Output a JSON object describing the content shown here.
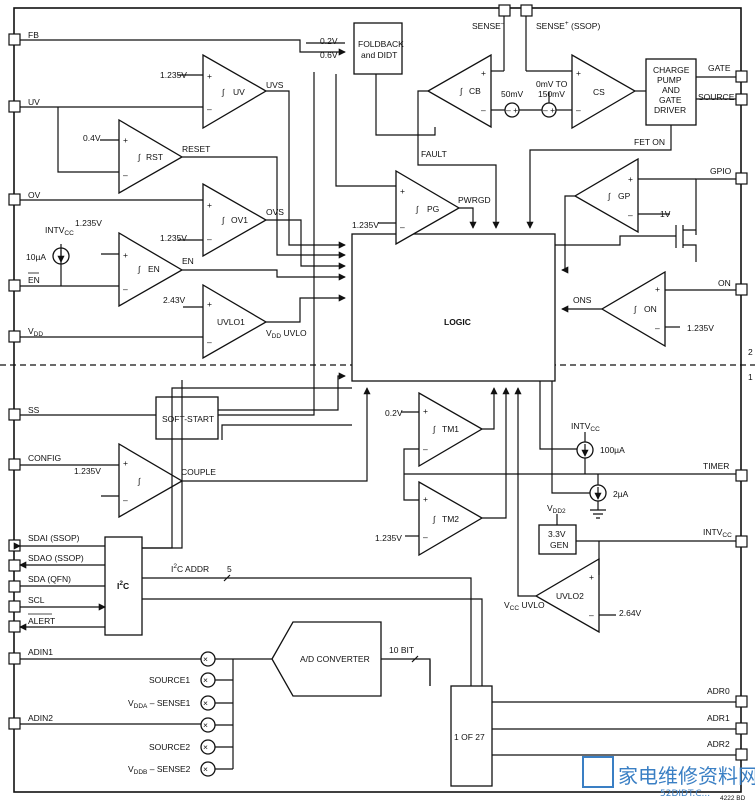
{
  "pins_left": {
    "fb": "FB",
    "uv": "UV",
    "ov": "OV",
    "en": "EN",
    "vdd": "V",
    "vdd_sub": "DD",
    "ss": "SS",
    "config": "CONFIG",
    "sdai": "SDAI (SSOP)",
    "sdao": "SDAO (SSOP)",
    "sda": "SDA (QFN)",
    "scl": "SCL",
    "alert": "ALERT",
    "adin1": "ADIN1",
    "adin2": "ADIN2"
  },
  "pins_top": {
    "sense_minus": "SENSE",
    "sense_plus": "SENSE",
    "sense_plus_note": "(SSOP)"
  },
  "pins_right": {
    "gate": "GATE",
    "source": "SOURCE",
    "gpio": "GPIO",
    "on": "ON",
    "timer": "TIMER",
    "intvcc": "INTV",
    "intvcc_sub": "CC",
    "adr0": "ADR0",
    "adr1": "ADR1",
    "adr2": "ADR2"
  },
  "blocks": {
    "foldback": [
      "FOLDBACK",
      "and DIDT"
    ],
    "charge_pump": [
      "CHARGE",
      "PUMP",
      "AND",
      "GATE",
      "DRIVER"
    ],
    "logic": "LOGIC",
    "soft_start": "SOFT-START",
    "i2c": "I",
    "i2c_sup": "2",
    "i2c_tail": "C",
    "adc": "A/D CONVERTER",
    "gen": [
      "3.3V",
      "GEN"
    ],
    "one_of_27": "1 OF 27"
  },
  "comparators": {
    "uv": "UV",
    "rst": "RST",
    "ov1": "OV1",
    "en": "EN",
    "uvlo1": "UVLO1",
    "cb": "CB",
    "cs": "CS",
    "pg": "PG",
    "gp": "GP",
    "on": "ON",
    "tm1": "TM1",
    "tm2": "TM2",
    "uvlo2": "UVLO2"
  },
  "signals": {
    "uvs": "UVS",
    "reset": "RESET",
    "ovs": "OVS",
    "en": "EN",
    "vdd_uvlo_pre": "V",
    "vdd_uvlo_sub": "DD",
    "vdd_uvlo_post": "UVLO",
    "fault": "FAULT",
    "fet_on": "FET ON",
    "pwrgd": "PWRGD",
    "ons": "ONS",
    "couple": "COUPLE",
    "i2c_addr_pre": "I",
    "i2c_addr_sup": "2",
    "i2c_addr_post": "C ADDR",
    "bus5": "5",
    "bit10": "10 BIT",
    "vcc_uvlo_pre": "V",
    "vcc_uvlo_sub": "CC",
    "vcc_uvlo_post": "UVLO",
    "vdd2_pre": "V",
    "vdd2_sub": "DD2"
  },
  "refs": {
    "v1235_a": "1.235V",
    "v04": "0.4V",
    "v1235_b": "1.235V",
    "v1235_c": "1.235V",
    "v243": "2.43V",
    "v02": "0.2V",
    "v06": "0.6V",
    "mv50": "50mV",
    "mv_range": [
      "0mV TO",
      "150mV"
    ],
    "v1235_pg": "1.235V",
    "v1": "1V",
    "v1235_on": "1.235V",
    "v02_tm": "0.2V",
    "v1235_tm": "1.235V",
    "v1235_cfg": "1.235V",
    "v264": "2.64V",
    "ua10": "10µA",
    "ua100": "100µA",
    "ua2": "2µA",
    "intvcc_pre": "INTV",
    "intvcc_sub": "CC"
  },
  "mux_inputs": {
    "source1": "SOURCE1",
    "sense1_pre": "V",
    "sense1_sub": "DDA",
    "sense1_post": " – SENSE1",
    "source2": "SOURCE2",
    "sense2_pre": "V",
    "sense2_sub": "DDB",
    "sense2_post": " – SENSE2"
  },
  "edge_marks": {
    "top_right": "2",
    "bottom_right": "1"
  },
  "footer": {
    "fig_id": "4222 BD"
  },
  "watermark": {
    "text": "家电维修资料网",
    "url": "52DIDT.C..."
  }
}
